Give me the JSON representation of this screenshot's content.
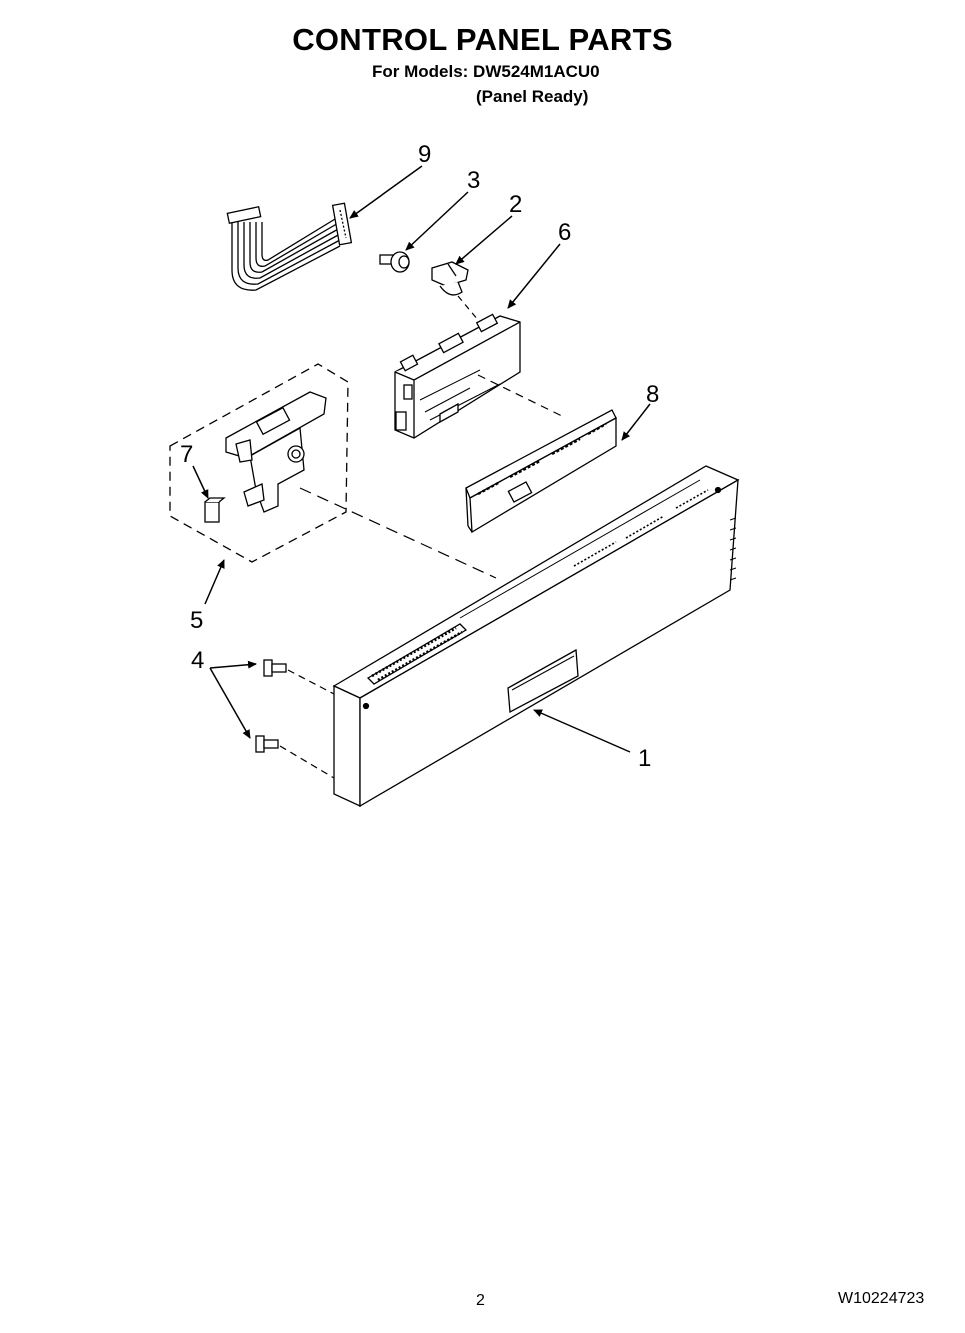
{
  "header": {
    "title": "CONTROL PANEL PARTS",
    "models": "For Models: DW524M1ACU0",
    "variant": "(Panel Ready)"
  },
  "callouts": {
    "c1": "1",
    "c2": "2",
    "c3": "3",
    "c4": "4",
    "c5": "5",
    "c6": "6",
    "c7": "7",
    "c8": "8",
    "c9": "9"
  },
  "footer": {
    "page_number": "2",
    "document_number": "W10224723"
  }
}
